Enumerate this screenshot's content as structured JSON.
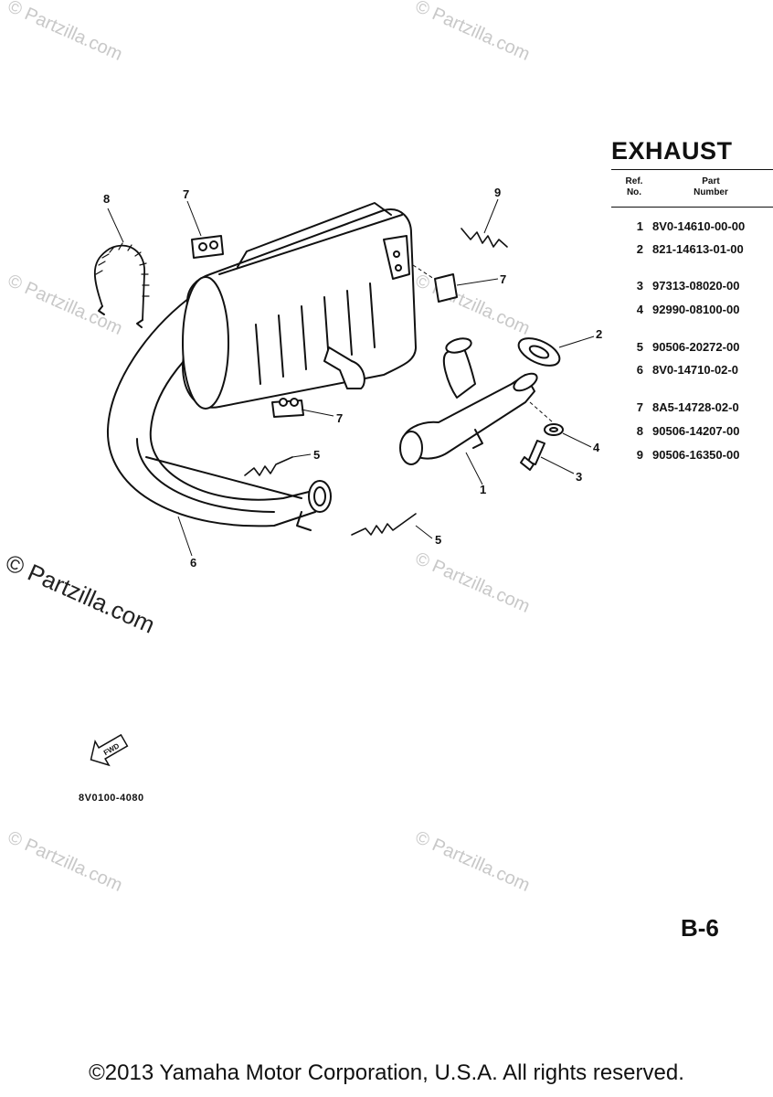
{
  "watermark": "Partzilla.com",
  "watermark_symbol": "©",
  "title": "EXHAUST",
  "table": {
    "headers": {
      "ref": "Ref.\nNo.",
      "part": "Part\nNumber"
    },
    "rows": [
      {
        "ref": "1",
        "part": "8V0-14610-00-00"
      },
      {
        "ref": "2",
        "part": "821-14613-01-00"
      },
      {
        "ref": "3",
        "part": "97313-08020-00"
      },
      {
        "ref": "4",
        "part": "92990-08100-00"
      },
      {
        "ref": "5",
        "part": "90506-20272-00"
      },
      {
        "ref": "6",
        "part": "8V0-14710-02-0"
      },
      {
        "ref": "7",
        "part": "8A5-14728-02-0"
      },
      {
        "ref": "8",
        "part": "90506-14207-00"
      },
      {
        "ref": "9",
        "part": "90506-16350-00"
      }
    ]
  },
  "callouts": [
    "8",
    "7",
    "9",
    "7",
    "2",
    "7",
    "5",
    "4",
    "3",
    "1",
    "6",
    "5"
  ],
  "fwd_label": "FWD",
  "diagram_code": "8V0100-4080",
  "page_number": "B-6",
  "copyright": "©2013 Yamaha Motor Corporation, U.S.A. All rights reserved."
}
